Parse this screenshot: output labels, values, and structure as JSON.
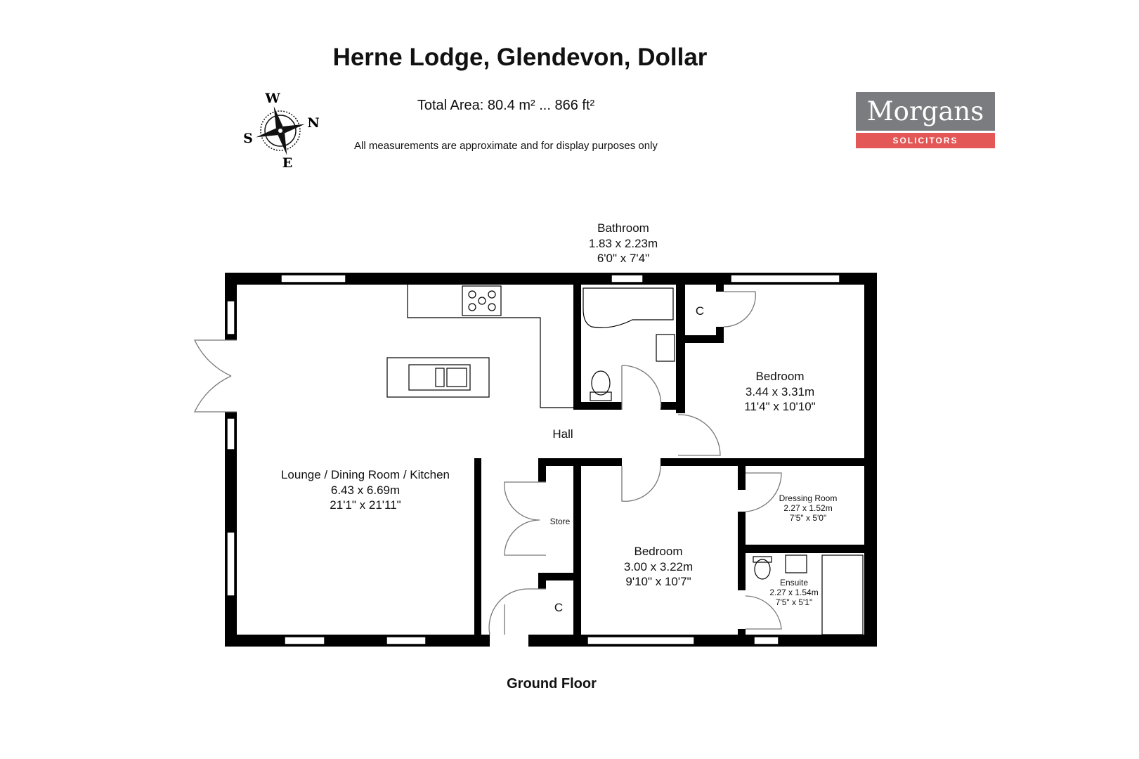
{
  "title": "Herne Lodge, Glendevon, Dollar",
  "total_area": "Total Area: 80.4 m² ... 866 ft²",
  "disclaimer": "All measurements are approximate and for display purposes only",
  "logo": {
    "name": "Morgans",
    "tag": "SOLICITORS",
    "colors": {
      "grey": "#7b7c7f",
      "red": "#e35757"
    }
  },
  "compass": {
    "n": "N",
    "s": "S",
    "e": "E",
    "w": "W"
  },
  "floor_label": "Ground Floor",
  "rooms": {
    "bathroom": {
      "name": "Bathroom",
      "metric": "1.83 x 2.23m",
      "imperial": "6'0\" x 7'4\""
    },
    "bedroom1": {
      "name": "Bedroom",
      "metric": "3.44 x 3.31m",
      "imperial": "11'4\" x 10'10\""
    },
    "hall": {
      "name": "Hall"
    },
    "lounge": {
      "name": "Lounge / Dining Room / Kitchen",
      "metric": "6.43 x 6.69m",
      "imperial": "21'1\" x 21'11\""
    },
    "store": {
      "name": "Store"
    },
    "cupboard1": {
      "name": "C"
    },
    "cupboard2": {
      "name": "C"
    },
    "bedroom2": {
      "name": "Bedroom",
      "metric": "3.00 x 3.22m",
      "imperial": "9'10\" x 10'7\""
    },
    "dressing": {
      "name": "Dressing Room",
      "metric": "2.27 x 1.52m",
      "imperial": "7'5\" x 5'0\""
    },
    "ensuite": {
      "name": "Ensuite",
      "metric": "2.27 x 1.54m",
      "imperial": "7'5\" x 5'1\""
    }
  }
}
